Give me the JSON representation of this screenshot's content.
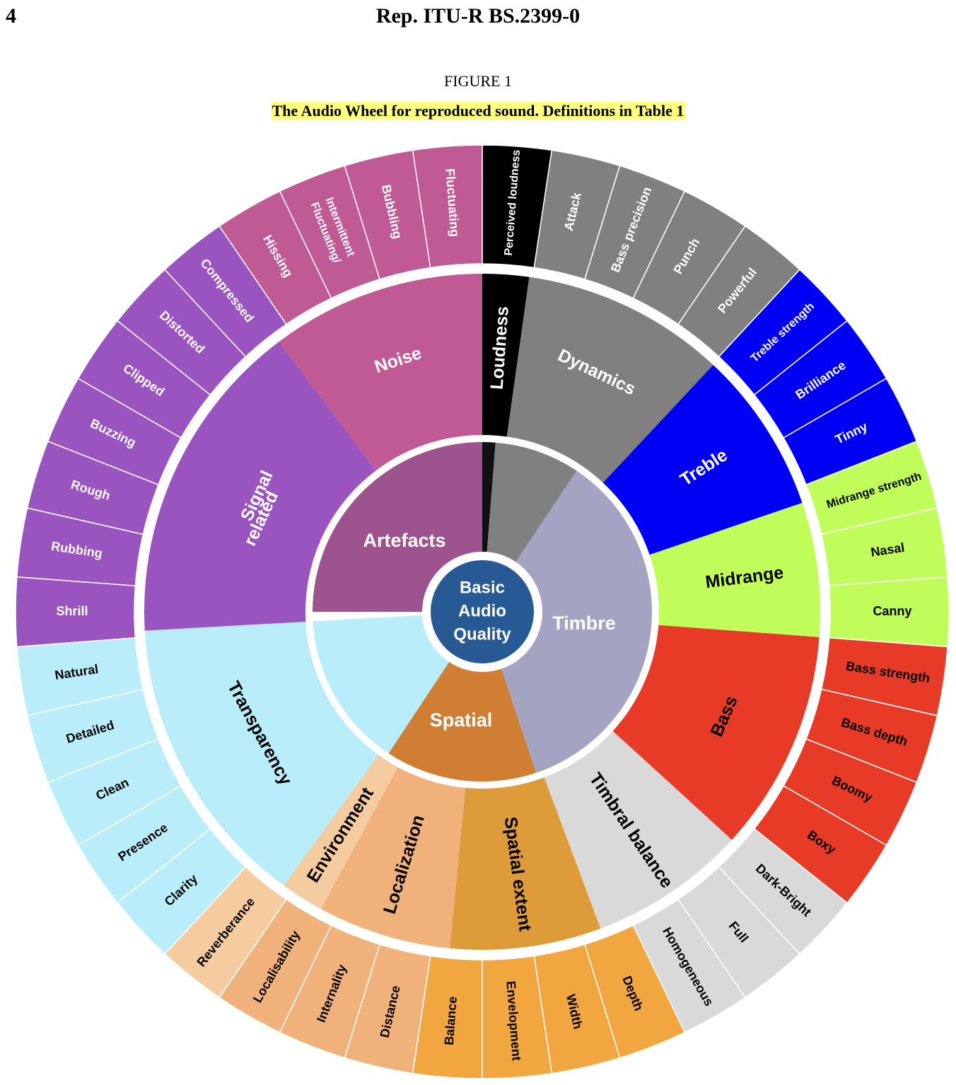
{
  "header": {
    "page_number": "4",
    "report_title": "Rep.  ITU-R  BS.2399-0"
  },
  "figure": {
    "label": "FIGURE 1",
    "caption": "The Audio Wheel for reproduced sound. Definitions in Table 1"
  },
  "wheel": {
    "center": {
      "lines": [
        "Basic",
        "Audio",
        "Quality"
      ],
      "color": "#275a95"
    },
    "categories": [
      {
        "label": "Artefacts",
        "color": "#9d538e",
        "text_color": "#ffffff",
        "start": -90,
        "end": 0
      },
      {
        "label": "Timbre",
        "color": "#a4a3c1",
        "text_color": "#ffffff",
        "start": 33.8,
        "end": 161.5
      },
      {
        "label": "Spatial",
        "color": "#d17e35",
        "text_color": "#ffffff",
        "start": 161.5,
        "end": 213.5
      },
      {
        "label": "Transparency",
        "color": "#b9edfa",
        "text_color": "#000000",
        "start": 213.5,
        "end": 266.8
      }
    ],
    "attributes": [
      {
        "label": "Loudness",
        "color": "#000000",
        "text_color": "#ffffff",
        "start": 0,
        "end": 8
      },
      {
        "label": "Dynamics",
        "color": "#808080",
        "text_color": "#ffffff",
        "start": 8,
        "end": 43.1
      },
      {
        "label": "Treble",
        "color": "#0000f5",
        "text_color": "#ffffff",
        "start": 43.1,
        "end": 71.2
      },
      {
        "label": "Midrange",
        "color": "#c0fc5a",
        "text_color": "#000000",
        "start": 71.2,
        "end": 94.3
      },
      {
        "label": "Bass",
        "color": "#e83b27",
        "text_color": "#000000",
        "start": 94.3,
        "end": 132.4
      },
      {
        "label": "Timbral balance",
        "color": "#d9d9d9",
        "text_color": "#000000",
        "start": 132.4,
        "end": 159.5
      },
      {
        "label": "Spatial extent",
        "color": "#de9b3a",
        "text_color": "#000000",
        "start": 159.5,
        "end": 185.5
      },
      {
        "label": "Localization",
        "color": "#f0b27a",
        "text_color": "#000000",
        "start": 185.5,
        "end": 208.5
      },
      {
        "label": "Environment",
        "color": "#f5cca0",
        "text_color": "#000000",
        "start": 208.5,
        "end": 216
      },
      {
        "label": "Transparency",
        "color": "#b9edfa",
        "text_color": "#000000",
        "start": 216,
        "end": 266.8
      },
      {
        "label": "Signal related",
        "color": "#9a54c0",
        "text_color": "#ffffff",
        "start": 266.8,
        "end": 323
      },
      {
        "label": "Noise",
        "color": "#c05a94",
        "text_color": "#ffffff",
        "start": 323,
        "end": 360
      }
    ],
    "descriptors": [
      {
        "label": "Perceived loudness",
        "color": "#000000",
        "text_color": "#ffffff"
      },
      {
        "label": "Attack",
        "color": "#808080",
        "text_color": "#ffffff"
      },
      {
        "label": "Bass precision",
        "color": "#808080",
        "text_color": "#ffffff"
      },
      {
        "label": "Punch",
        "color": "#808080",
        "text_color": "#ffffff"
      },
      {
        "label": "Powerful",
        "color": "#808080",
        "text_color": "#ffffff"
      },
      {
        "label": "Treble strength",
        "color": "#0000f5",
        "text_color": "#ffffff"
      },
      {
        "label": "Brilliance",
        "color": "#0000f5",
        "text_color": "#ffffff"
      },
      {
        "label": "Tinny",
        "color": "#0000f5",
        "text_color": "#ffffff"
      },
      {
        "label": "Midrange strength",
        "color": "#c0fc5a",
        "text_color": "#000000"
      },
      {
        "label": "Nasal",
        "color": "#c0fc5a",
        "text_color": "#000000"
      },
      {
        "label": "Canny",
        "color": "#c0fc5a",
        "text_color": "#000000"
      },
      {
        "label": "Bass strength",
        "color": "#e83b27",
        "text_color": "#000000"
      },
      {
        "label": "Bass depth",
        "color": "#e83b27",
        "text_color": "#000000"
      },
      {
        "label": "Boomy",
        "color": "#e83b27",
        "text_color": "#000000"
      },
      {
        "label": "Boxy",
        "color": "#e83b27",
        "text_color": "#000000"
      },
      {
        "label": "Dark-Bright",
        "color": "#d9d9d9",
        "text_color": "#000000"
      },
      {
        "label": "Full",
        "color": "#d9d9d9",
        "text_color": "#000000"
      },
      {
        "label": "Homogeneous",
        "color": "#d9d9d9",
        "text_color": "#000000"
      },
      {
        "label": "Depth",
        "color": "#f2a63f",
        "text_color": "#000000"
      },
      {
        "label": "Width",
        "color": "#f2a63f",
        "text_color": "#000000"
      },
      {
        "label": "Envelopment",
        "color": "#f2a63f",
        "text_color": "#000000"
      },
      {
        "label": "Balance",
        "color": "#f2a63f",
        "text_color": "#000000"
      },
      {
        "label": "Distance",
        "color": "#f0b27a",
        "text_color": "#000000"
      },
      {
        "label": "Internality",
        "color": "#f0b27a",
        "text_color": "#000000"
      },
      {
        "label": "Localisability",
        "color": "#f0b27a",
        "text_color": "#000000"
      },
      {
        "label": "Reverberance",
        "color": "#f5cca0",
        "text_color": "#000000"
      },
      {
        "label": "Clarity",
        "color": "#b9edfa",
        "text_color": "#000000"
      },
      {
        "label": "Presence",
        "color": "#b9edfa",
        "text_color": "#000000"
      },
      {
        "label": "Clean",
        "color": "#b9edfa",
        "text_color": "#000000"
      },
      {
        "label": "Detailed",
        "color": "#b9edfa",
        "text_color": "#000000"
      },
      {
        "label": "Natural",
        "color": "#b9edfa",
        "text_color": "#000000"
      },
      {
        "label": "Shrill",
        "color": "#9a54c0",
        "text_color": "#ffffff"
      },
      {
        "label": "Rubbing",
        "color": "#9a54c0",
        "text_color": "#ffffff"
      },
      {
        "label": "Rough",
        "color": "#9a54c0",
        "text_color": "#ffffff"
      },
      {
        "label": "Buzzing",
        "color": "#9a54c0",
        "text_color": "#ffffff"
      },
      {
        "label": "Clipped",
        "color": "#9a54c0",
        "text_color": "#ffffff"
      },
      {
        "label": "Distorted",
        "color": "#9a54c0",
        "text_color": "#ffffff"
      },
      {
        "label": "Compressed",
        "color": "#9a54c0",
        "text_color": "#ffffff"
      },
      {
        "label": "Hissing",
        "color": "#c05a94",
        "text_color": "#ffffff"
      },
      {
        "label": "Fluctuating/ Intermittent",
        "color": "#c05a94",
        "text_color": "#ffffff"
      },
      {
        "label": "Bubbling",
        "color": "#c05a94",
        "text_color": "#ffffff"
      },
      {
        "label": "Fluctuating",
        "color": "#c05a94",
        "text_color": "#ffffff"
      }
    ]
  }
}
